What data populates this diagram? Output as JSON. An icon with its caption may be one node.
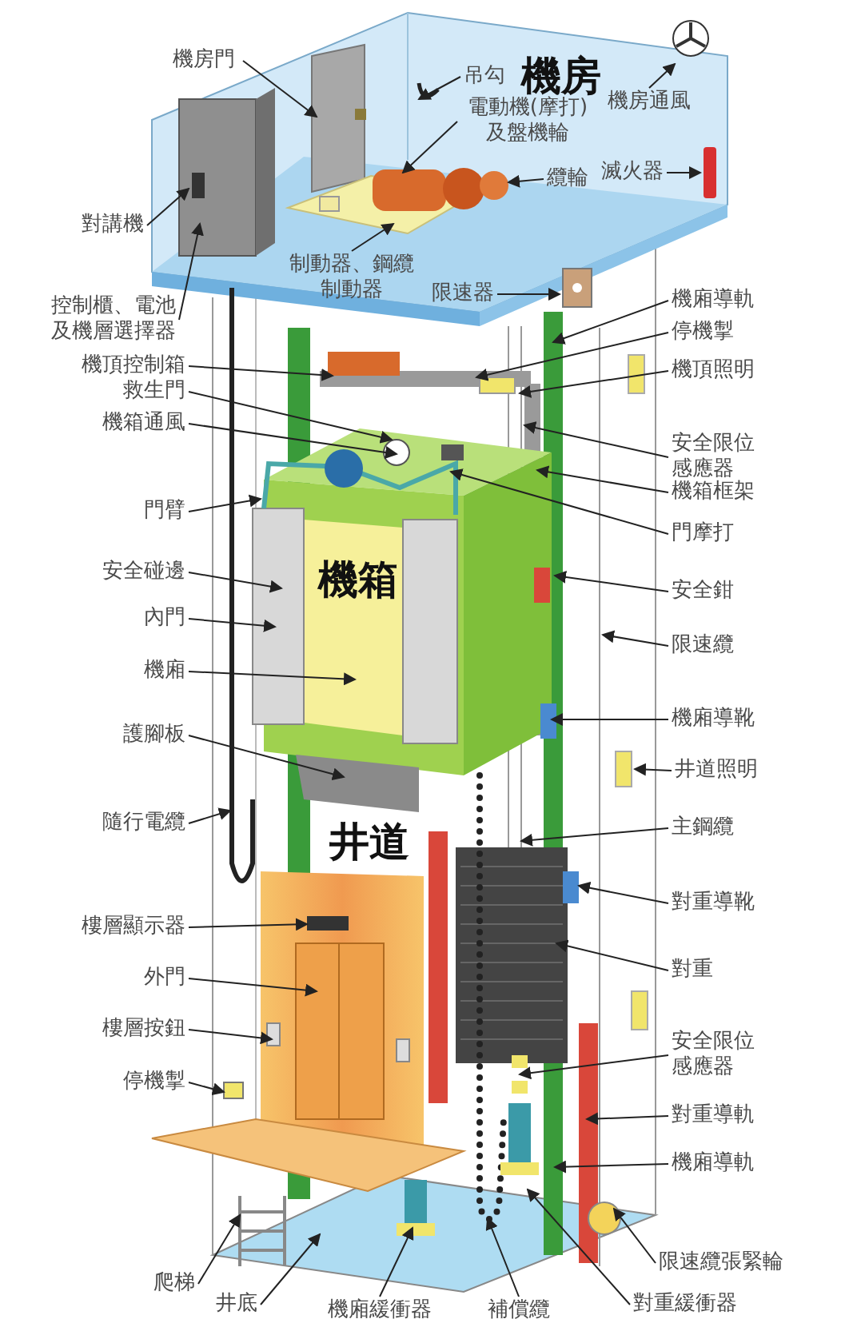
{
  "diagram": {
    "nodes": [
      {
        "text": [
          "機房門"
        ]
      },
      {
        "text": [
          "吊勾"
        ]
      },
      {
        "text": [
          "電動機(摩打)及盤機輪"
        ]
      },
      {
        "text": [
          "機房通風"
        ]
      },
      {
        "text": [
          "滅火器"
        ]
      },
      {
        "text": [
          "纜輪"
        ]
      },
      {
        "text": [
          "對講機"
        ]
      },
      {
        "text": [
          "制動器、鋼纜制動器"
        ]
      },
      {
        "text": [
          "限速器"
        ]
      },
      {
        "text": [
          "控制櫃、電池及機層選擇器"
        ]
      },
      {
        "text": [
          "機廂導軌"
        ]
      },
      {
        "text": [
          "停機掣"
        ]
      },
      {
        "text": [
          "機頂控制箱"
        ]
      },
      {
        "text": [
          "機頂照明"
        ]
      },
      {
        "text": [
          "救生門"
        ]
      },
      {
        "text": [
          "機箱通風"
        ]
      },
      {
        "text": [
          "安全限位感應器"
        ]
      },
      {
        "text": [
          "機箱框架"
        ]
      },
      {
        "text": [
          "門臂"
        ]
      },
      {
        "text": [
          "門摩打"
        ]
      },
      {
        "text": [
          "安全碰邊"
        ]
      },
      {
        "text": [
          "安全鉗"
        ]
      },
      {
        "text": [
          "內門"
        ]
      },
      {
        "text": [
          "限速纜"
        ]
      },
      {
        "text": [
          "機廂"
        ]
      },
      {
        "text": [
          "機廂導靴"
        ]
      },
      {
        "text": [
          "護腳板"
        ]
      },
      {
        "text": [
          "井道照明"
        ]
      },
      {
        "text": [
          "隨行電纜"
        ]
      },
      {
        "text": [
          "主鋼纜"
        ]
      },
      {
        "text": [
          "對重導靴"
        ]
      },
      {
        "text": [
          "樓層顯示器"
        ]
      },
      {
        "text": [
          "對重"
        ]
      },
      {
        "text": [
          "外門"
        ]
      },
      {
        "text": [
          "樓層按鈕"
        ]
      },
      {
        "text": [
          "安全限位感應器"
        ]
      },
      {
        "text": [
          "停機掣"
        ]
      },
      {
        "text": [
          "對重導軌"
        ]
      },
      {
        "text": [
          "機廂導軌"
        ]
      },
      {
        "text": [
          "限速纜張緊輪"
        ]
      },
      {
        "text": [
          "爬梯"
        ]
      },
      {
        "text": [
          "對重緩衝器"
        ]
      },
      {
        "text": [
          "井底"
        ]
      },
      {
        "text": [
          "機廂緩衝器"
        ]
      },
      {
        "text": [
          "補償纜"
        ]
      }
    ],
    "edges": [
      {
        "from": 0,
        "to": null,
        "arrow": "to"
      },
      {
        "from": 1,
        "to": null,
        "arrow": "to"
      },
      {
        "from": 2,
        "to": null,
        "arrow": "to"
      },
      {
        "from": 3,
        "to": null,
        "arrow": "to"
      },
      {
        "from": 4,
        "to": null,
        "arrow": "to"
      },
      {
        "from": 5,
        "to": null,
        "arrow": "to"
      },
      {
        "from": 6,
        "to": null,
        "arrow": "to"
      },
      {
        "from": 7,
        "to": null,
        "arrow": "to"
      },
      {
        "from": 8,
        "to": null,
        "arrow": "to"
      },
      {
        "from": 9,
        "to": null,
        "arrow": "to"
      },
      {
        "from": 10,
        "to": null,
        "arrow": "to"
      },
      {
        "from": 11,
        "to": null,
        "arrow": "to"
      },
      {
        "from": 12,
        "to": null,
        "arrow": "to"
      },
      {
        "from": 13,
        "to": null,
        "arrow": "to"
      },
      {
        "from": 14,
        "to": null,
        "arrow": "to"
      },
      {
        "from": 15,
        "to": null,
        "arrow": "to"
      },
      {
        "from": 16,
        "to": null,
        "arrow": "to"
      },
      {
        "from": 17,
        "to": null,
        "arrow": "to"
      },
      {
        "from": 18,
        "to": null,
        "arrow": "to"
      },
      {
        "from": 19,
        "to": null,
        "arrow": "to"
      },
      {
        "from": 20,
        "to": null,
        "arrow": "to"
      },
      {
        "from": 21,
        "to": null,
        "arrow": "to"
      },
      {
        "from": 22,
        "to": null,
        "arrow": "to"
      },
      {
        "from": 23,
        "to": null,
        "arrow": "to"
      },
      {
        "from": 24,
        "to": null,
        "arrow": "to"
      },
      {
        "from": 25,
        "to": null,
        "arrow": "to"
      },
      {
        "from": 26,
        "to": null,
        "arrow": "to"
      },
      {
        "from": 27,
        "to": null,
        "arrow": "to"
      },
      {
        "from": 28,
        "to": null,
        "arrow": "to"
      },
      {
        "from": 29,
        "to": null,
        "arrow": "to"
      },
      {
        "from": 30,
        "to": null,
        "arrow": "to"
      },
      {
        "from": 31,
        "to": null,
        "arrow": "to"
      },
      {
        "from": 32,
        "to": null,
        "arrow": "to"
      },
      {
        "from": 33,
        "to": null,
        "arrow": "to"
      },
      {
        "from": 34,
        "to": null,
        "arrow": "to"
      },
      {
        "from": 35,
        "to": null,
        "arrow": "to"
      },
      {
        "from": 36,
        "to": null,
        "arrow": "to"
      },
      {
        "from": 37,
        "to": null,
        "arrow": "to"
      },
      {
        "from": 38,
        "to": null,
        "arrow": "to"
      },
      {
        "from": 39,
        "to": null,
        "arrow": "to"
      },
      {
        "from": 40,
        "to": null,
        "arrow": "to"
      },
      {
        "from": 41,
        "to": null,
        "arrow": "to"
      },
      {
        "from": 42,
        "to": null,
        "arrow": "to"
      },
      {
        "from": 43,
        "to": null,
        "arrow": "to"
      },
      {
        "from": 44,
        "to": null,
        "arrow": "to"
      }
    ],
    "labels": [
      "機房",
      "機箱",
      "井道"
    ]
  }
}
